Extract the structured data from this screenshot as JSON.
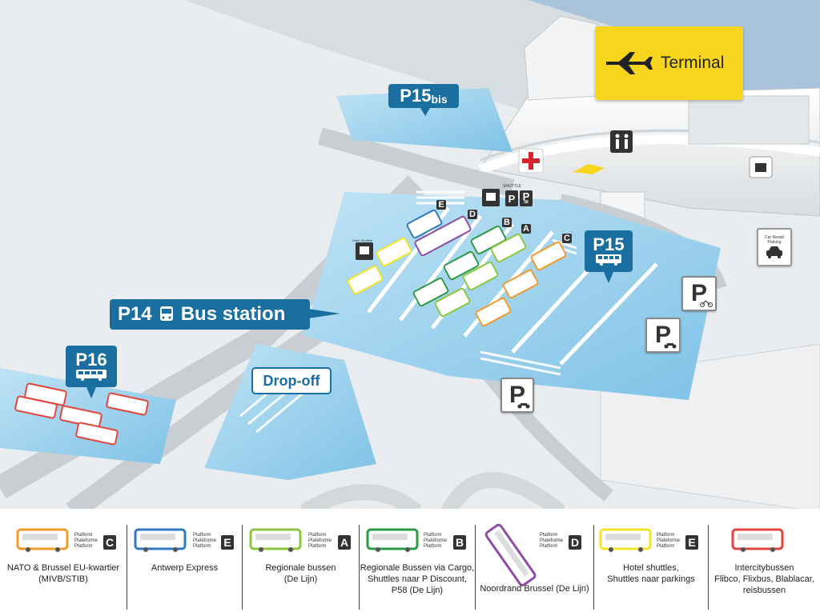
{
  "terminal_label": "Terminal",
  "labels": {
    "p15bis_main": "P15",
    "p15bis_sub": "bis",
    "p15": "P15",
    "p14": "P14",
    "bus_station": "Bus station",
    "p16": "P16",
    "dropoff": "Drop-off",
    "parking_p": "P",
    "car_rental_line1": "Car Rental",
    "car_rental_line2": "Parking",
    "hotel_shuttles_sign": "Hotel Shuttles",
    "shuttle_sign": "SHUTTLE",
    "p58_sign": "58"
  },
  "platform_letters_map": [
    "E",
    "D",
    "B",
    "A",
    "C"
  ],
  "legend": [
    {
      "color": "#f39a2b",
      "letter": "C",
      "caption": "NATO & Brussel EU-kwartier\n(MIVB/STIB)",
      "platform": [
        "Platform",
        "Plateforme",
        "Platform"
      ]
    },
    {
      "color": "#2f7bc0",
      "letter": "E",
      "caption": "Antwerp Express",
      "platform": [
        "Platform",
        "Plateforme",
        "Platform"
      ]
    },
    {
      "color": "#8cc63f",
      "letter": "A",
      "caption": "Regionale bussen\n(De Lijn)",
      "platform": [
        "Platform",
        "Plateforme",
        "Platform"
      ]
    },
    {
      "color": "#2e9a47",
      "letter": "B",
      "caption": "Regionale Bussen via Cargo,\nShuttles naar P Discount,\nP58 (De Lijn)",
      "platform": [
        "Platform",
        "Plateforme",
        "Platform"
      ]
    },
    {
      "color": "#8e4ea1",
      "letter": "D",
      "caption": "Noordrand Brussel (De Lijn)",
      "platform": [
        "Platform",
        "Plateforme",
        "Platform"
      ]
    },
    {
      "color": "#f2e52a",
      "letter": "E",
      "caption": "Hotel shuttles,\nShuttles naar parkings",
      "platform": [
        "Platform",
        "Plateforme",
        "Platform"
      ]
    },
    {
      "color": "#e2453c",
      "letter": "",
      "caption": "Intercitybussen\nFlibco, Flixbus, Blablacar,\nreisbussen",
      "platform": []
    }
  ],
  "colors": {
    "sign_blue": "#1a6ea0",
    "terminal_yellow": "#f7d51d",
    "water_blue": "#8ccbea",
    "ground": "#e8ecef"
  },
  "icons": [
    "plane-icon",
    "bus-icon",
    "first-aid-icon",
    "toilet-icon",
    "luggage-icon",
    "car-icon",
    "bicycle-icon",
    "motorcycle-icon"
  ]
}
